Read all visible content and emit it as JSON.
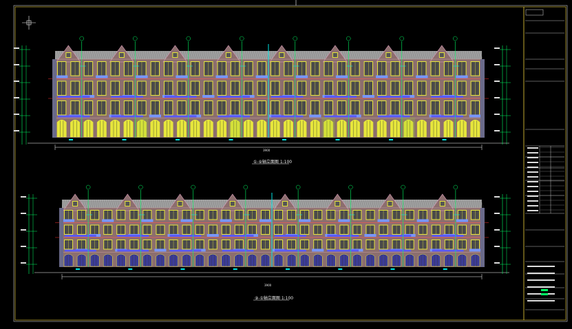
{
  "drawing": {
    "top_elevation": {
      "caption": "①-⑨轴立面图 1:100",
      "total_dimension": "3900"
    },
    "bottom_elevation": {
      "caption": "⑨-①轴立面图 1:100",
      "total_dimension": "3900"
    }
  },
  "colors": {
    "frame": "#f0d23c",
    "wall": "#8c6e6e",
    "window": "#e6e63c",
    "glass": "#5a5aff",
    "balcony": "#7896ff",
    "grid": "#00ff64",
    "dim": "#00e6e6",
    "roof": "#a0a0a0",
    "red": "#ff3232",
    "white": "#ffffff"
  }
}
